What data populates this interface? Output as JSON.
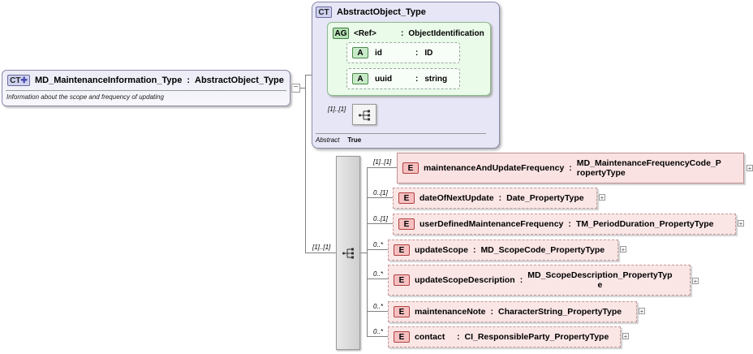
{
  "main_type": {
    "badge": "CT",
    "name": "MD_MaintenanceInformation_Type",
    "base_sep": ":",
    "base_type": "AbstractObject_Type",
    "documentation": "Information about the scope and frequency of updating"
  },
  "abstract_object": {
    "badge": "CT",
    "name": "AbstractObject_Type",
    "attribute_group": {
      "badge": "AG",
      "name": "<Ref>",
      "sep": ":",
      "type": "ObjectIdentification"
    },
    "attributes": [
      {
        "badge": "A",
        "name": "id",
        "sep": ":",
        "type": "ID"
      },
      {
        "badge": "A",
        "name": "uuid",
        "sep": ":",
        "type": "string"
      }
    ],
    "sequence_cardinality": "[1]..[1]",
    "property_key": "Abstract",
    "property_value": "True"
  },
  "sequence_cardinality": "[1]..[1]",
  "elements": [
    {
      "badge": "E",
      "cardinality": "[1]..[1]",
      "name": "maintenanceAndUpdateFrequency",
      "sep": ":",
      "type_line1": "MD_MaintenanceFrequencyCode_P",
      "type_line2": "ropertyType"
    },
    {
      "badge": "E",
      "cardinality": "0..[1]",
      "name": "dateOfNextUpdate",
      "sep": ":",
      "type_line1": "Date_PropertyType",
      "type_line2": ""
    },
    {
      "badge": "E",
      "cardinality": "0..[1]",
      "name": "userDefinedMaintenanceFrequency",
      "sep": ":",
      "type_line1": "TM_PeriodDuration_PropertyType",
      "type_line2": ""
    },
    {
      "badge": "E",
      "cardinality": "0..*",
      "name": "updateScope",
      "sep": ":",
      "type_line1": "MD_ScopeCode_PropertyType",
      "type_line2": ""
    },
    {
      "badge": "E",
      "cardinality": "0..*",
      "name": "updateScopeDescription",
      "sep": ":",
      "type_line1": "MD_ScopeDescription_PropertyTyp",
      "type_line2": "e"
    },
    {
      "badge": "E",
      "cardinality": "0..*",
      "name": "maintenanceNote",
      "sep": ":",
      "type_line1": "CharacterString_PropertyType",
      "type_line2": ""
    },
    {
      "badge": "E",
      "cardinality": "0..*",
      "name": "contact",
      "sep": ":",
      "type_line1": "CI_ResponsibleParty_PropertyType",
      "type_line2": ""
    }
  ],
  "icons": {
    "expand": "plus-icon",
    "collapse": "minus-icon",
    "sequence": "sequence-icon",
    "ref": "ref-icon"
  },
  "colors": {
    "complex_type_fill": "#e6e6f6",
    "attribute_group_fill": "#eafbea",
    "element_fill": "#fbe6e6",
    "connector": "#808080"
  }
}
